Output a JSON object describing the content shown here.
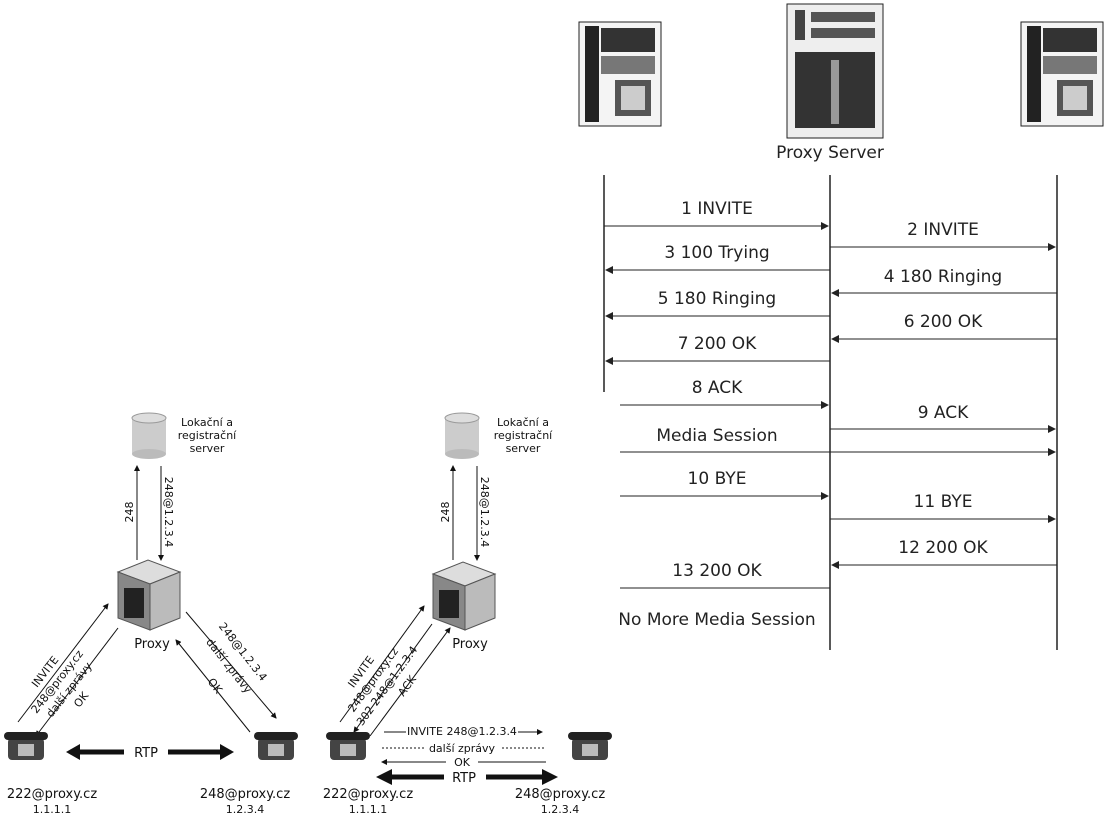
{
  "sequence": {
    "proxy_label": "Proxy Server",
    "messages": [
      {
        "label": "1  INVITE"
      },
      {
        "label": "2  INVITE"
      },
      {
        "label": "3  100 Trying"
      },
      {
        "label": "4  180 Ringing"
      },
      {
        "label": "5  180 Ringing"
      },
      {
        "label": "6  200 OK"
      },
      {
        "label": "7  200 OK"
      },
      {
        "label": "8  ACK"
      },
      {
        "label": "9  ACK"
      },
      {
        "label": "Media Session"
      },
      {
        "label": "10  BYE"
      },
      {
        "label": "11  BYE"
      },
      {
        "label": "12  200 OK"
      },
      {
        "label": "13  200 OK"
      },
      {
        "label": "No More Media Session"
      }
    ]
  },
  "left_diagram": {
    "db_label_1": "Lokační a",
    "db_label_2": "registrační",
    "db_label_3": "server",
    "link_up": "248",
    "link_down": "248@1.2.3.4",
    "proxy": "Proxy",
    "left_msgs": [
      "INVITE",
      "248@proxy.cz",
      "další zprávy",
      "OK"
    ],
    "right_msgs": [
      "248@1.2.3.4",
      "další zprávy",
      "OK"
    ],
    "rtp": "RTP",
    "phone_a_name": "222@proxy.cz",
    "phone_a_ip": "1.1.1.1",
    "phone_b_name": "248@proxy.cz",
    "phone_b_ip": "1.2.3.4"
  },
  "mid_diagram": {
    "db_label_1": "Lokační a",
    "db_label_2": "registrační",
    "db_label_3": "server",
    "link_up": "248",
    "link_down": "248@1.2.3.4",
    "proxy": "Proxy",
    "left_msgs": [
      "INVITE",
      "248@proxy.cz",
      "302 248@1.2.3.4",
      "ACK"
    ],
    "direct_msgs": [
      "INVITE 248@1.2.3.4",
      "další zprávy",
      "OK"
    ],
    "rtp": "RTP",
    "phone_a_name": "222@proxy.cz",
    "phone_a_ip": "1.1.1.1",
    "phone_b_name": "248@proxy.cz",
    "phone_b_ip": "1.2.3.4"
  }
}
